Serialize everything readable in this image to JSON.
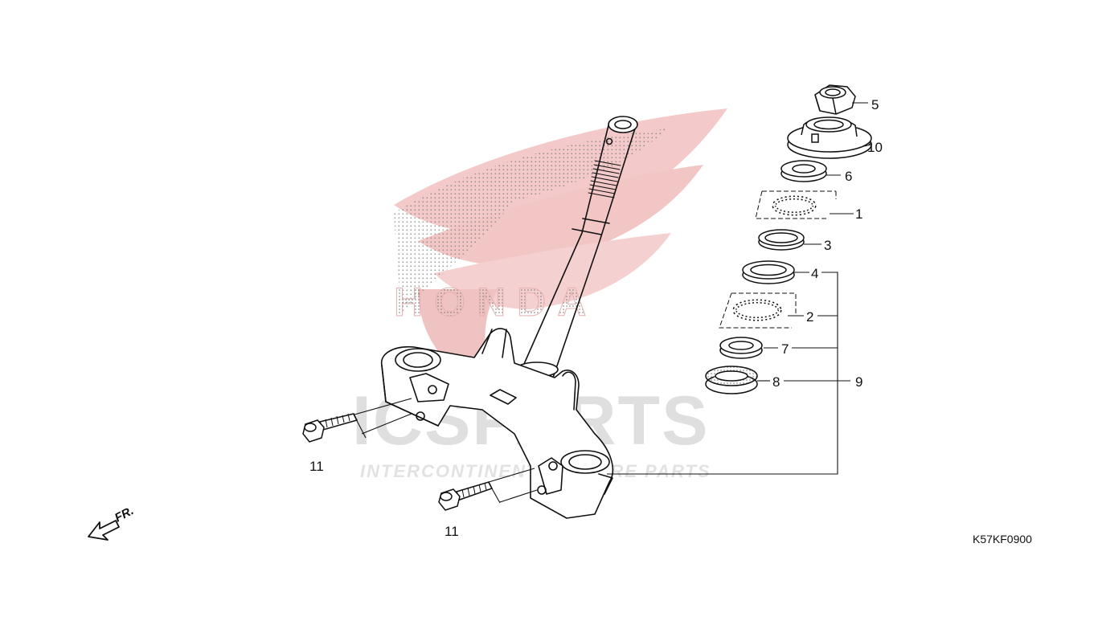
{
  "diagram": {
    "code": "K57KF0900",
    "front_marker": "FR.",
    "callouts": {
      "c1": "1",
      "c2": "2",
      "c3": "3",
      "c4": "4",
      "c5": "5",
      "c6": "6",
      "c7": "7",
      "c8": "8",
      "c9": "9",
      "c10": "10",
      "c11a": "11",
      "c11b": "11"
    }
  },
  "watermark": {
    "brand": "ICSPARTS",
    "tagline": "INTERCONTINENTAL SPARE PARTS",
    "logo_text": "HONDA",
    "colors": {
      "wing": "#f2c9c9",
      "brand": "#d9d9d9",
      "dots": "#7a7a7a"
    }
  },
  "colors": {
    "line": "#111111",
    "background": "#ffffff"
  }
}
